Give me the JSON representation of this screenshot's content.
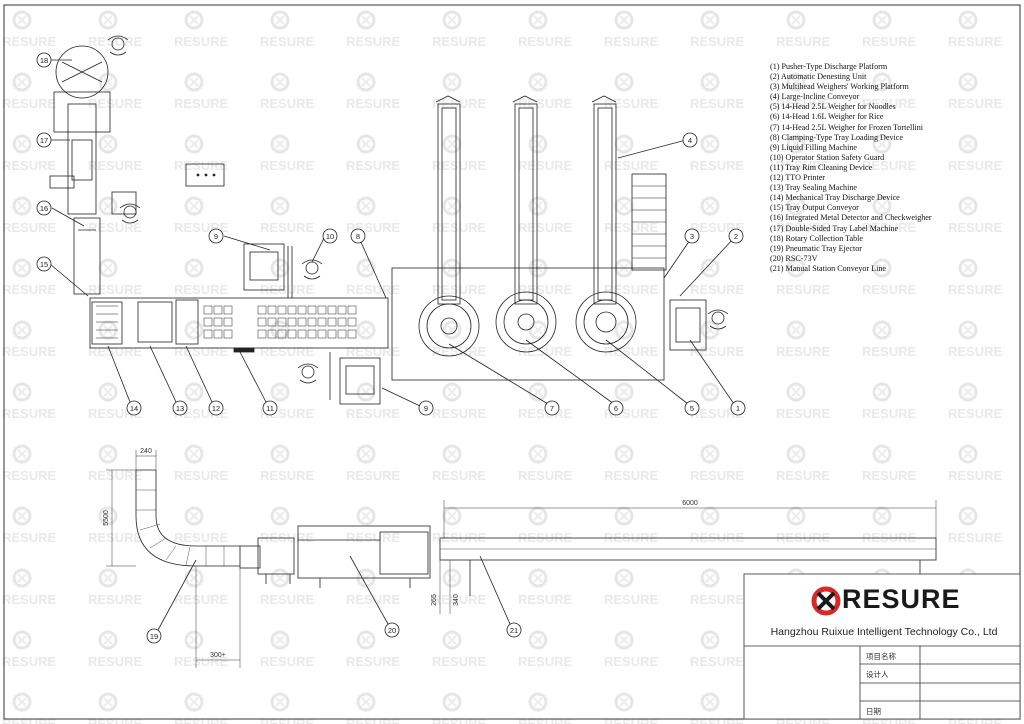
{
  "legend": [
    "(1) Pusher-Type Discharge Platform",
    "(2) Automatic Denesting Unit",
    "(3) Multihead Weighers' Working Platform",
    "(4)  Large-Incline Conveyor",
    "(5)  14-Head 2.5L Weigher for Noodles",
    "(6)  14-Head 1.6L Weigher for Rice",
    "(7)  14-Head 2.5L Weigher for Frozen Tortellini",
    "(8) Clamping-Type Tray Loading Device",
    "(9) Liquid Filling Machine",
    "(10) Operator Station Safety Guard",
    "(11) Tray Rim Cleaning Device",
    "(12) TTO Printer",
    "(13) Tray Sealing Machine",
    "(14) Mechanical Tray Discharge Device",
    "(15) Tray Output Conveyor",
    "(16) Integrated Metal Detector and Checkweigher",
    "(17) Double-Sided Tray Label Machine",
    "(18) Rotary Collection Table",
    "(19) Pneumatic Tray Ejector",
    "(20) RSC-73V",
    "(21) Manual Station Conveyor Line"
  ],
  "callouts": {
    "c1": "1",
    "c2": "2",
    "c3": "3",
    "c4": "4",
    "c5": "5",
    "c6": "6",
    "c7": "7",
    "c8": "8",
    "c9a": "9",
    "c9b": "9",
    "c10": "10",
    "c11": "11",
    "c12": "12",
    "c13": "13",
    "c14": "14",
    "c15": "15",
    "c16": "16",
    "c17": "17",
    "c18": "18",
    "c19": "19",
    "c20": "20",
    "c21": "21"
  },
  "dimensions": {
    "d240": "240",
    "d5500": "5500",
    "d6000": "6000",
    "d265": "265",
    "d340": "340",
    "d300": "300+"
  },
  "title_block": {
    "logo_text": "RESURE",
    "company": "Hangzhou Ruixue Intelligent Technology Co., Ltd",
    "field_project": "项目名称",
    "field_designer": "设计人",
    "field_date": "日期"
  },
  "colors": {
    "line": "#222222",
    "watermark": "#e7e7e7",
    "brand_red": "#d42a2a"
  }
}
